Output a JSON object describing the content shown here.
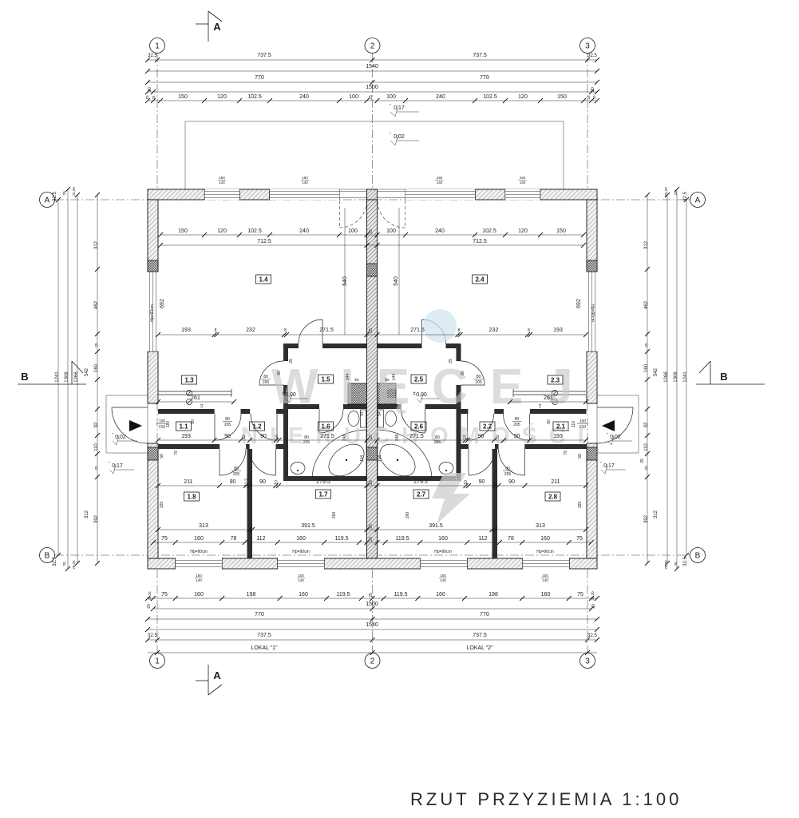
{
  "title": "RZUT PRZYZIEMIA 1:100",
  "watermark": {
    "line1": "WIĘCEJ",
    "line2": "NIERUCHOMOŚCI"
  },
  "grid": {
    "c1": "1",
    "c2": "2",
    "c3": "3",
    "ra": "A",
    "rb": "B"
  },
  "sections": {
    "a": "A",
    "b": "B"
  },
  "levels": {
    "m17": "0,17",
    "m02": "0,02",
    "zero": "0,00",
    "minus": "-",
    "pm": "±"
  },
  "lokal": {
    "l1": "LOKAL \"1\"",
    "l2": "LOKAL \"2\""
  },
  "rooms": {
    "r11": "1.1",
    "r12": "1.2",
    "r13": "1.3",
    "r14": "1.4",
    "r15": "1.5",
    "r16": "1.6",
    "r17": "1.7",
    "r18": "1.8",
    "r21": "2.1",
    "r22": "2.2",
    "r23": "2.3",
    "r24": "2.4",
    "r25": "2.5",
    "r26": "2.6",
    "r27": "2.7",
    "r28": "2.8"
  },
  "top": {
    "r1": [
      "32.5",
      "737.5",
      "737.5",
      "32.5"
    ],
    "r2": "1540",
    "r3": [
      "770",
      "770"
    ],
    "r4": [
      "20",
      "1500",
      "20"
    ],
    "r5": [
      "20",
      "25",
      "150",
      "120",
      "102.5",
      "240",
      "100",
      "25",
      "100",
      "240",
      "102.5",
      "120",
      "150",
      "25",
      "20"
    ]
  },
  "itop": {
    "a": [
      "150",
      "120",
      "102.5",
      "240",
      "100",
      "25",
      "100",
      "240",
      "102.5",
      "120",
      "150"
    ],
    "b": [
      "712.5",
      "712.5"
    ],
    "v540": "540",
    "v692": "692",
    "e": [
      "193",
      "8",
      "232",
      "8",
      "271.5",
      "25",
      "271.5",
      "8",
      "232",
      "8",
      "193"
    ]
  },
  "mid": {
    "d261": "261",
    "v29": "29",
    "v90": "90",
    "v144": "144",
    "v54": "54",
    "v104": "104",
    "v248": "248",
    "v110": "110",
    "v14": "14",
    "v59": "59",
    "v79": "79",
    "v25": "25"
  },
  "low": {
    "a": [
      "193",
      "90",
      "32",
      "90",
      "10",
      "271.5",
      "25",
      "271.5",
      "10",
      "90",
      "32",
      "90",
      "193"
    ]
  },
  "bot": {
    "a": [
      "211",
      "90",
      "12,2",
      "90",
      "10",
      "279.5",
      "25",
      "279.5",
      "10",
      "90",
      "12,2",
      "90",
      "211"
    ],
    "b": [
      "313",
      "391.5",
      "25",
      "391.5",
      "313"
    ],
    "c": [
      "75",
      "160",
      "78",
      "112",
      "160",
      "119.5",
      "25",
      "119.5",
      "160",
      "112",
      "78",
      "160",
      "75"
    ],
    "v325": "325",
    "v260": "260"
  },
  "obot": {
    "a": [
      "20,25",
      "75",
      "160",
      "198",
      "160",
      "119.5",
      "25",
      "119.5",
      "160",
      "198",
      "160",
      "75",
      "25,20"
    ],
    "b": [
      "20",
      "1500",
      "20"
    ],
    "c": [
      "770",
      "770"
    ],
    "d": "1540",
    "e": [
      "32.5",
      "737.5",
      "737.5",
      "32.5"
    ]
  },
  "side": {
    "seg": [
      "312",
      "462",
      "25",
      "160",
      "92",
      "110",
      "25",
      "392"
    ],
    "seg2": [
      "542",
      "312"
    ],
    "tot": [
      "1241",
      "1306",
      "1266"
    ],
    "e325": "32.5",
    "e20": "20",
    "e2520": "25,20",
    "e2025": "20,25"
  },
  "doors": {
    "d80": "80",
    "d80h": "205",
    "d100": "100",
    "d100h": "210",
    "w": "150",
    "wh": "140",
    "hp": "Hp=90cm",
    "ks": "ks"
  }
}
